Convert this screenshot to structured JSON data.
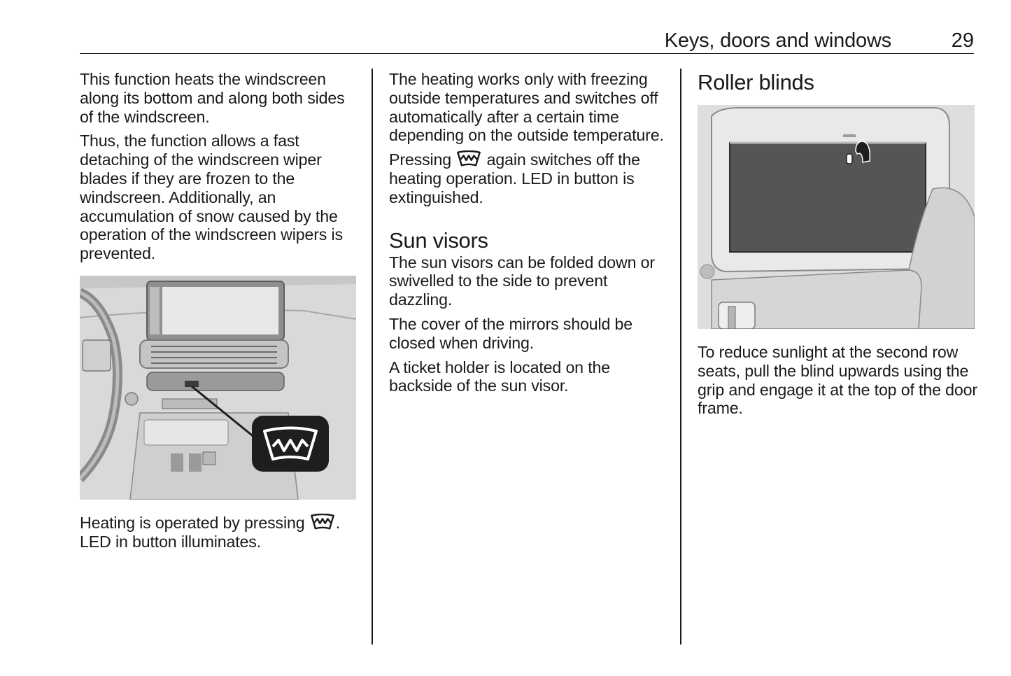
{
  "header": {
    "section_title": "Keys, doors and windows",
    "page_number": "29"
  },
  "col1": {
    "p1": "This function heats the windscreen along its bottom and along both sides of the windscreen.",
    "p2": "Thus, the function allows a fast detaching of the windscreen wiper blades if they are frozen to the windscreen. Additionally, an accumulation of snow caused by the operation of the windscreen wipers is prevented.",
    "p3_pre": "Heating is operated by pressing ",
    "p3_post": ".",
    "p4": "LED in button illuminates."
  },
  "col2": {
    "p1": "The heating works only with freezing outside temperatures and switches off automatically after a certain time depending on the outside temperature.",
    "p2_pre": "Pressing ",
    "p2_post": " again switches off the heating operation. LED in button is extinguished.",
    "heading": "Sun visors",
    "p3": "The sun visors can be folded down or swivelled to the side to prevent dazzling.",
    "p4": "The cover of the mirrors should be closed when driving.",
    "p5": "A ticket holder is located on the backside of the sun visor."
  },
  "col3": {
    "heading": "Roller blinds",
    "p1": "To reduce sunlight at the second row seats, pull the blind upwards using the grip and engage it at the top of the door frame."
  },
  "icons": {
    "heated_windscreen": "heated-windscreen-icon"
  },
  "colors": {
    "text": "#1a1a1a",
    "figure_bg": "#dadada",
    "callout": "#1e1e1e"
  }
}
